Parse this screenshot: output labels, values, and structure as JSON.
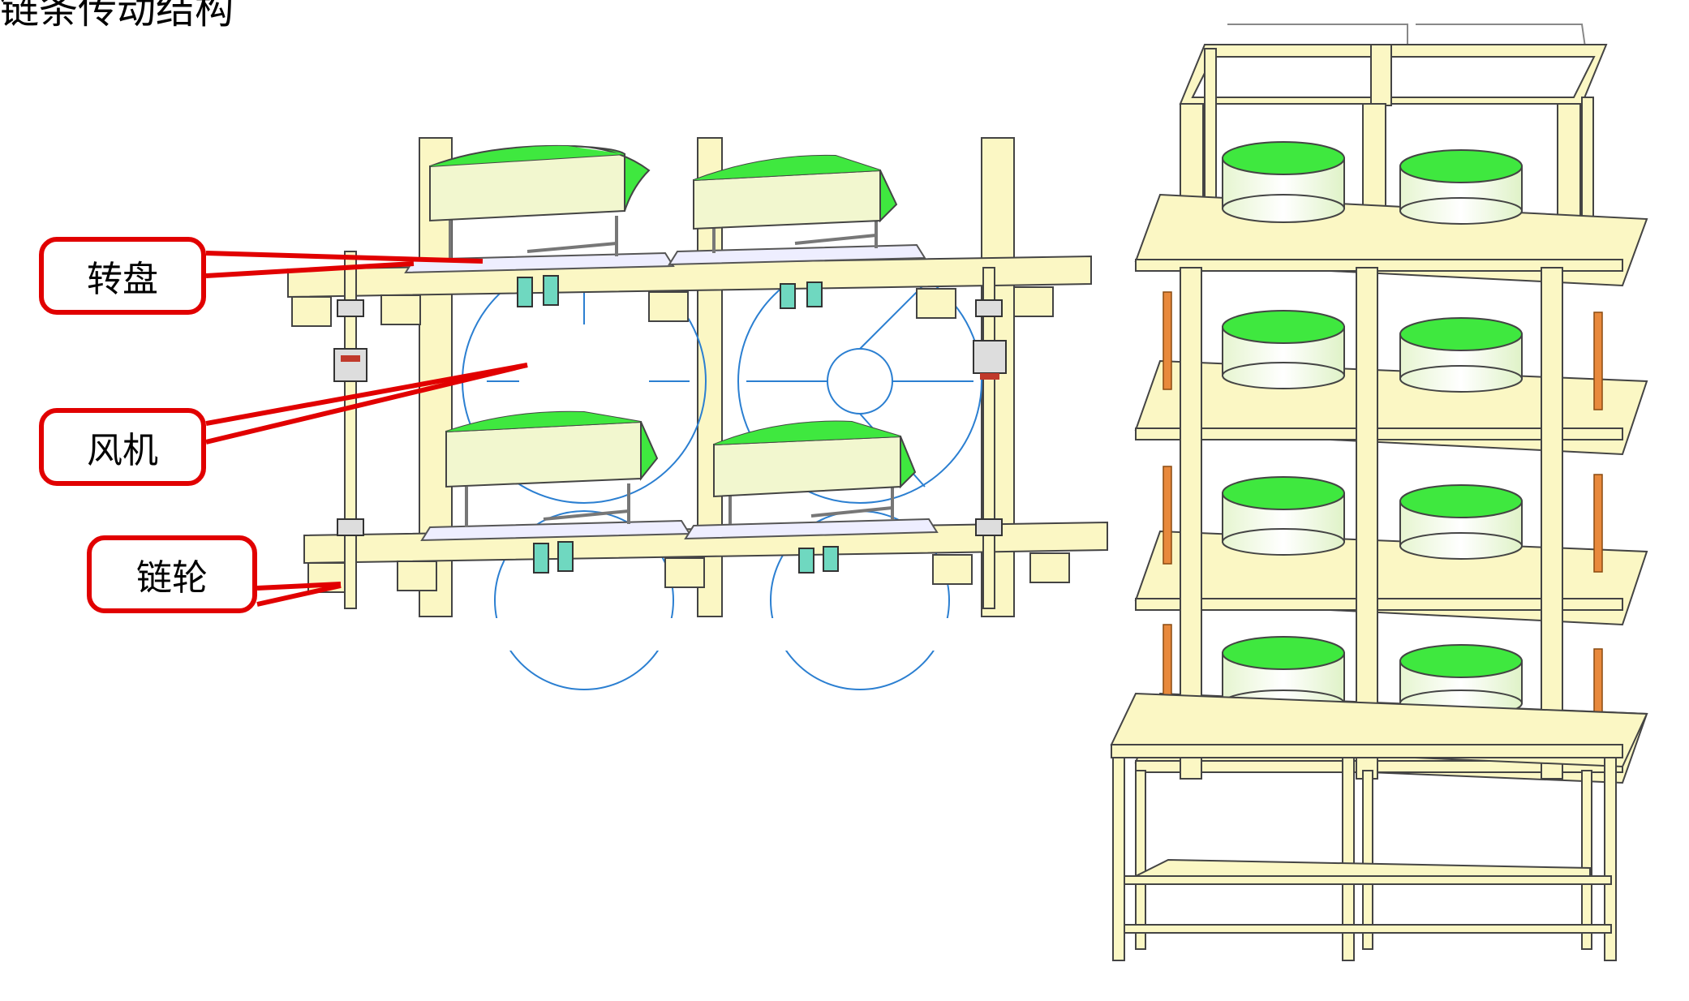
{
  "heading": "链条传动结构",
  "callouts": [
    {
      "label": "转盘"
    },
    {
      "label": "风机"
    },
    {
      "label": "链轮"
    }
  ],
  "colors": {
    "frame": "#fbf7c4",
    "frame_stroke": "#444444",
    "turntable_top": "#3fe83f",
    "turntable_body": "#f2f7cf",
    "callout_border": "#e10000",
    "chain_rod": "#e8893c",
    "fan_blade": "#2b7fd1",
    "bracket": "#6fd8c0"
  }
}
